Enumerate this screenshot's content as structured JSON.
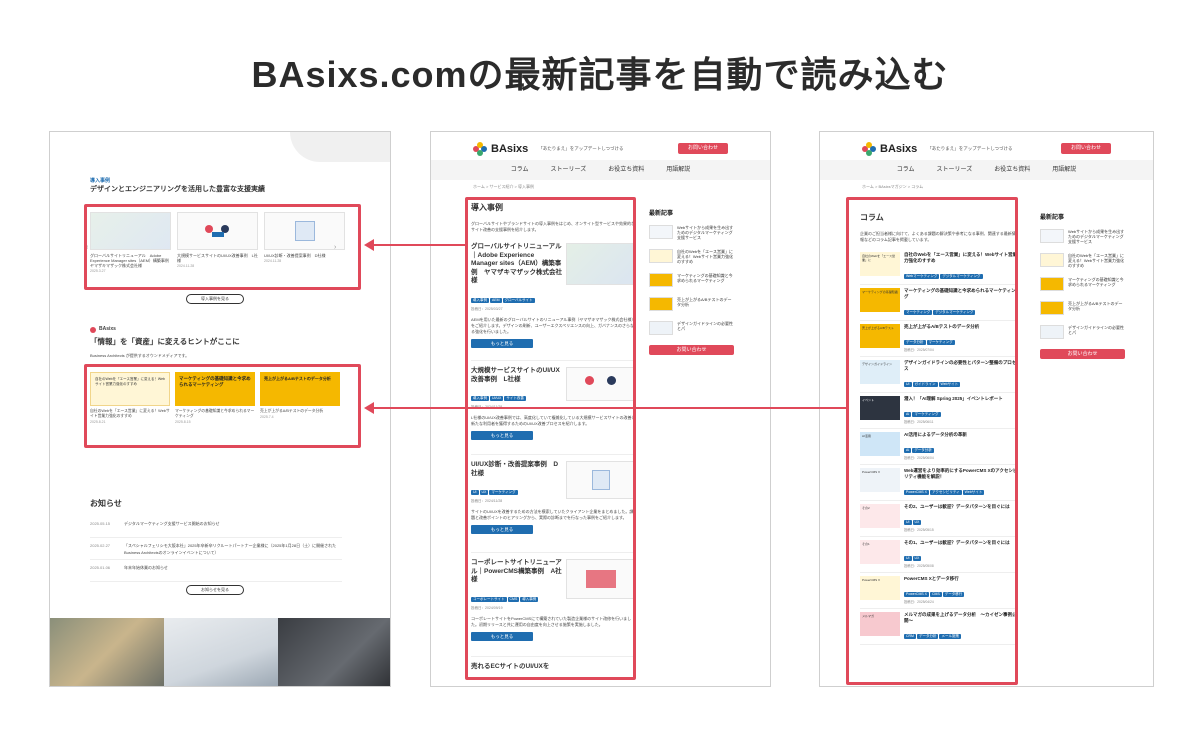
{
  "headline": "BAsixs.comの最新記事を自動で読み込む",
  "left": {
    "section_label": "導入事例",
    "section_title": "デザインとエンジニアリングを活用した豊富な支援実績",
    "cases": [
      {
        "text": "グローバルサイトリニューアル　Adobe Experience Manager sites（AEM）構築事例　ヤマザキマザック株式会社様",
        "date": "2025.3.27"
      },
      {
        "text": "大規模サービスサイトのUI/UX改善事例　L社様",
        "date": "2024.11.28"
      },
      {
        "text": "UI/UX診断・改善提案事例　D社様",
        "date": "2024.11.28"
      }
    ],
    "cases_button": "導入事例を見る",
    "basixs_logo": "BAsixs",
    "basixs_title": "「情報」を「資産」に変えるヒントがここに",
    "basixs_desc": "Business Architects が提供するオウンドメディアです。",
    "columns": [
      {
        "thumb": "自社のWebを「エース営業」に変える！Webサイト営業力強化のすすめ",
        "text": "自社のWebを「エース営業」に変える！Webサイト営業力強化のすすめ",
        "date": "2025.8.21"
      },
      {
        "thumb": "マーケティングの基礎知識と今求められるマーケティング",
        "text": "マーケティングの基礎知識と今求められるマーケティング",
        "date": "2025.8.15"
      },
      {
        "thumb": "売上が上がるA/Bテストのデータ分析",
        "text": "売上が上がるA/Bテストのデータ分析",
        "date": "2025.7.4"
      }
    ],
    "news_title": "お知らせ",
    "news": [
      {
        "date": "2025.05.15",
        "text": "デジタルマーケティング支援サービス開始のお知らせ"
      },
      {
        "date": "2025.02.27",
        "text": "「スペシャルフェリシモ大阪本社」2025年卒新卒リクルートパートナー企業様に（2025年1月28日（土）に開催されたBusiness Architectsのオンラインイベントについて）"
      },
      {
        "date": "2025.01.06",
        "text": "年末年始休業のお知らせ"
      }
    ],
    "news_button": "お知らせを見る"
  },
  "site": {
    "logo": "BAsixs",
    "tagline": "「あたりまえ」をアップデートしつづける",
    "contact": "お問い合わせ",
    "nav": [
      "コラム",
      "ストーリーズ",
      "お役立ち資料",
      "用語解説"
    ],
    "side_title": "最新記事",
    "side_items": [
      "Webサイトから成果を生み出すためのデジタルマーケティング支援サービス",
      "自社のWebを「エース営業」に変える！Webサイト営業力強化のすすめ",
      "マーケティングの基礎知識と今求められるマーケティング",
      "売上が上がるA/Bテストのデータ分析",
      "デザインガイドラインの必要性とパ"
    ],
    "side_button": "お問い合わせ"
  },
  "mid": {
    "crumb": "ホーム > サービス紹介 > 導入事例",
    "title": "導入事例",
    "desc": "グローバルサイトやブランドサイトの導入事例をはじめ、オンサイト型サービスや効果的なサイト改善の支援事例を紹介します。",
    "articles": [
      {
        "title": "グローバルサイトリニューアル｜Adobe Experience Manager sites（AEM）構築事例　ヤマザキマザック株式会社様",
        "tags": [
          "導入事例",
          "AEM",
          "グローバルサイト"
        ],
        "date": "投稿日：2025/03/27",
        "body": "AEMを用いた最新のグローバルサイトのリニューアル事例（ヤマザキマザック株式会社様）をご紹介します。デザインの刷新、ユーザーエクスペリエンスの向上、ガバナンスのさらなる強化を行いました。",
        "button": "もっと見る"
      },
      {
        "title": "大規模サービスサイトのUI/UX改善事例　L社様",
        "tags": [
          "導入事例",
          "UI/UX",
          "サイト改善"
        ],
        "date": "投稿日：2024/11/28",
        "body": "L社様のUI/UX改善事例では、高度化していて複雑化している大規模サービスサイトの改善と新たな利用者を獲得するためのUI/UX改善プロセスを紹介します。",
        "button": "もっと見る"
      },
      {
        "title": "UI/UX診断・改善提案事例　D社様",
        "tags": [
          "UI",
          "UX",
          "マーケティング"
        ],
        "date": "投稿日：2024/11/28",
        "body": "サイトのUI/UXを改善するための方法を模索していたクライアント企業をまとめました。課題と改善ポイントのヒアリングから、実際の診断までを行なった事例をご紹介します。",
        "button": "もっと見る"
      },
      {
        "title": "コーポレートサイトリニューアル｜PowerCMS構築事例　A社様",
        "tags": [
          "コーポレートサイト",
          "CMS",
          "導入事例"
        ],
        "date": "投稿日：2024/09/19",
        "body": "コーポレートサイトをPowerCMSにて構築されていた製造企業様のサイト改修を行いました。初期リリースと共に運用の自由度を向上させる施策を実施しました。",
        "button": "もっと見る"
      },
      {
        "title": "売れるECサイトのUI/UXを",
        "tags": [],
        "date": "",
        "body": "",
        "button": ""
      }
    ]
  },
  "right": {
    "crumb": "ホーム > BAsixsマガジン > コラム",
    "title": "コラム",
    "desc": "企業のご担当者様に向けて、よくある課題の解決策や参考になる事例、関連する最新情報などのコラム記事を掲載しています。",
    "items": [
      {
        "thumb": "自社のWebを「エース営業」に",
        "title": "自社のWebを「エース営業」に変える！Webサイト営業力強化のすすめ",
        "tags": [
          "Webマーケティング",
          "デジタルマーケティング"
        ],
        "date": "投稿日：2025/08/21"
      },
      {
        "thumb": "マーケティングの基礎知識",
        "title": "マーケティングの基礎知識と今求められるマーケティング",
        "tags": [
          "マーケティング",
          "デジタルマーケティング"
        ],
        "date": "投稿日：2025/08/15"
      },
      {
        "thumb": "売上が上がるA/Bテスト",
        "title": "売上が上がるA/Bテストのデータ分析",
        "tags": [
          "データ分析",
          "マーケティング"
        ],
        "date": "投稿日：2025/07/04"
      },
      {
        "thumb": "デザインガイドライン",
        "title": "デザインガイドラインの必要性とパターン整備のプロセス",
        "tags": [
          "UI",
          "ガイドライン",
          "Webサイト"
        ],
        "date": "投稿日：2025/06/24"
      },
      {
        "thumb": "イベント",
        "title": "潜入！「AI理解 Spring 2025」イベントレポート",
        "tags": [
          "AI",
          "マーケティング"
        ],
        "date": "投稿日：2025/06/11"
      },
      {
        "thumb": "AI活用",
        "title": "AI活用によるデータ分析の革新",
        "tags": [
          "AI",
          "データ分析"
        ],
        "date": "投稿日：2025/06/04"
      },
      {
        "thumb": "PowerCMS X",
        "title": "Web運営をより効率的にするPowerCMS Xのアクセシビリティ機能を解説！",
        "tags": [
          "PowerCMS X",
          "アクセシビリティ",
          "Webサイト"
        ],
        "date": "投稿日：2025/05/21"
      },
      {
        "thumb": "その2",
        "title": "その2、ユーザーは歓迎？データパターンを目ぐには",
        "tags": [
          "UI",
          "UX"
        ],
        "date": "投稿日：2025/05/15"
      },
      {
        "thumb": "その1",
        "title": "その1、ユーザーは歓迎？データパターンを目ぐには",
        "tags": [
          "UI",
          "UX"
        ],
        "date": "投稿日：2025/05/08"
      },
      {
        "thumb": "PowerCMS X",
        "title": "PowerCMS Xとデータ移行",
        "tags": [
          "PowerCMS X",
          "CMS",
          "データ移行"
        ],
        "date": "投稿日：2025/04/24"
      },
      {
        "thumb": "メルマガ",
        "title": "メルマガの成果を上げるデータ分析　〜カイゼン事例公開〜",
        "tags": [
          "CRM",
          "データ分析",
          "メール施策"
        ],
        "date": "投稿日：2025/04/17"
      }
    ]
  }
}
